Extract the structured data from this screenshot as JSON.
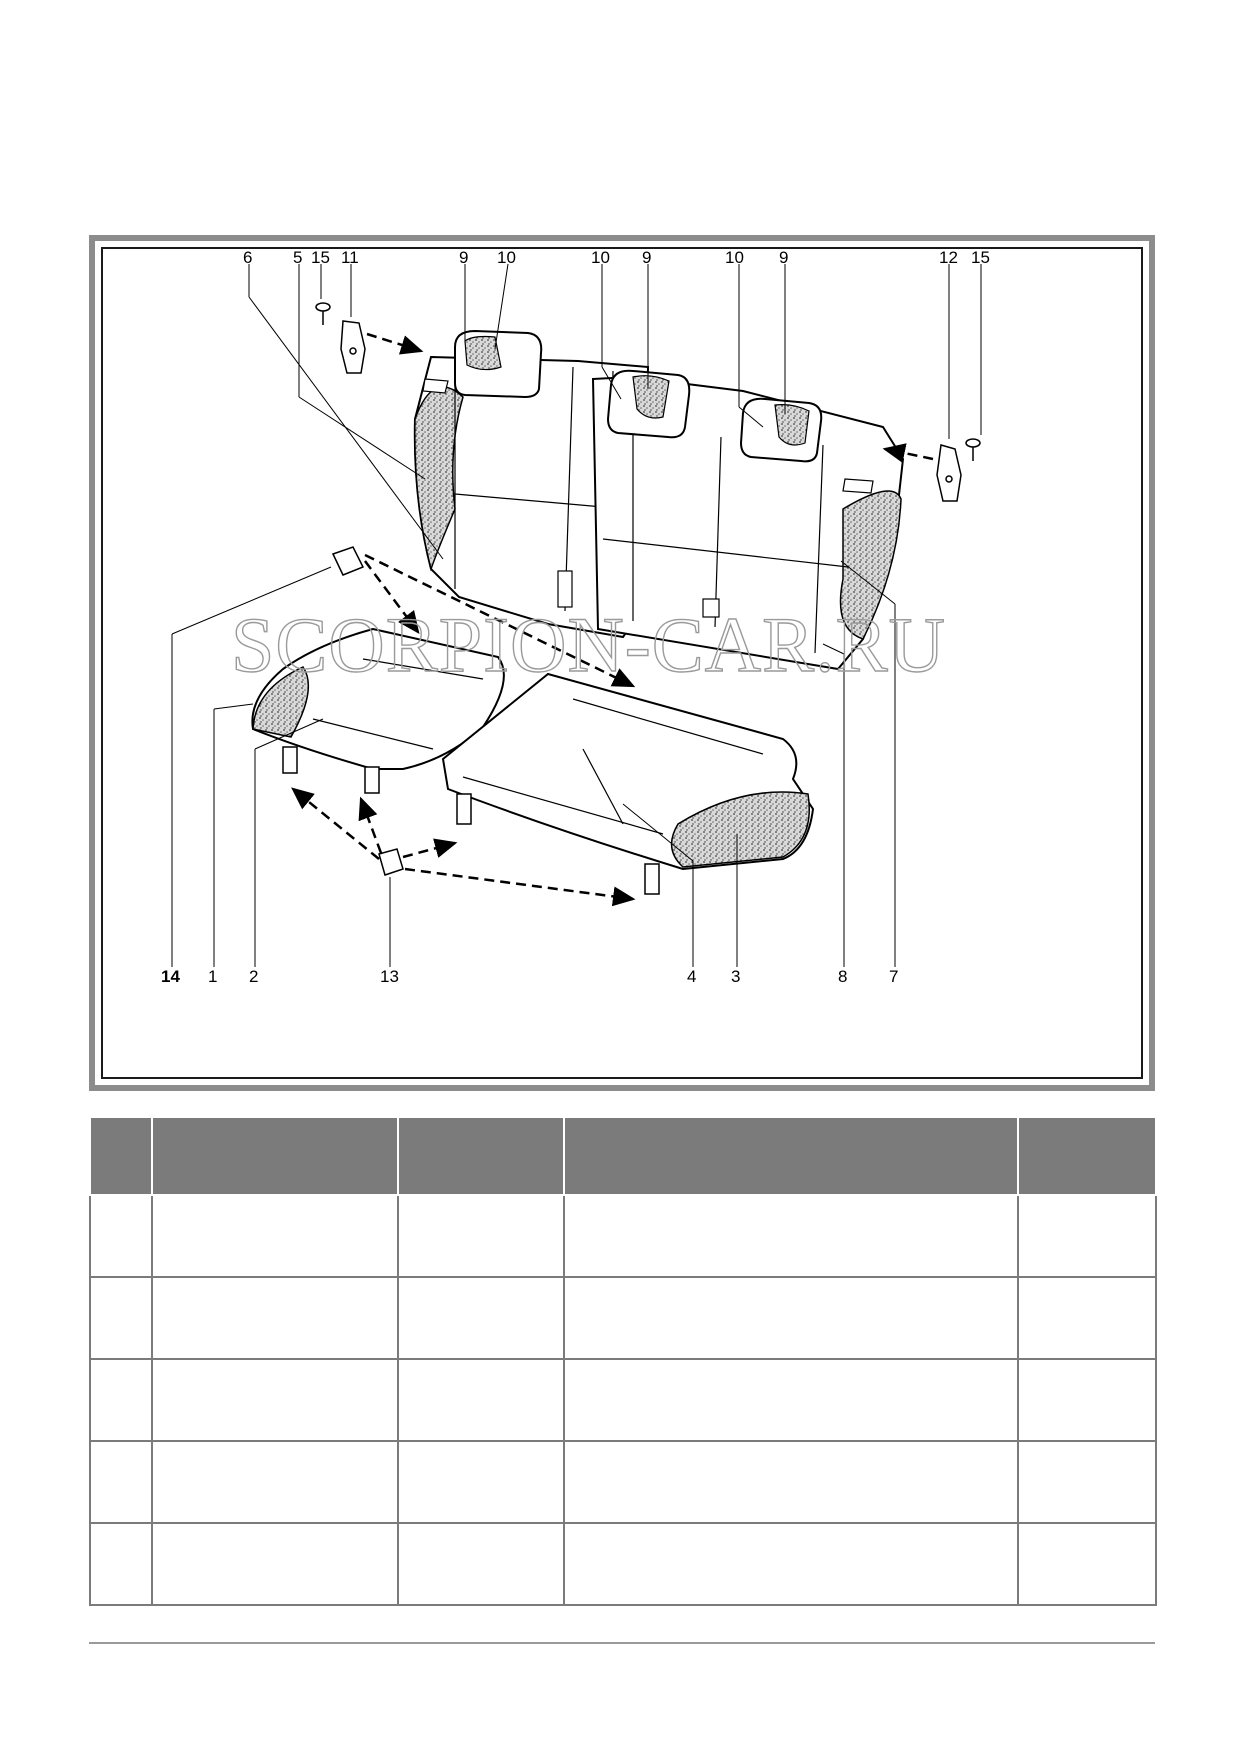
{
  "figure": {
    "callouts": {
      "c1": "1",
      "c2": "2",
      "c3": "3",
      "c4": "4",
      "c5": "5",
      "c6": "6",
      "c7": "7",
      "c8": "8",
      "c9a": "9",
      "c9b": "9",
      "c9c": "9",
      "c10a": "10",
      "c10b": "10",
      "c10c": "10",
      "c11": "11",
      "c12": "12",
      "c13": "13",
      "c14": "14",
      "c15a": "15",
      "c15b": "15"
    },
    "watermark": "SCORPION-CAR.RU"
  },
  "table": {
    "header": [
      "",
      "",
      "",
      "",
      ""
    ],
    "rows": [
      [
        "",
        "",
        "",
        "",
        ""
      ],
      [
        "",
        "",
        "",
        "",
        ""
      ],
      [
        "",
        "",
        "",
        "",
        ""
      ],
      [
        "",
        "",
        "",
        "",
        ""
      ],
      [
        "",
        "",
        "",
        "",
        ""
      ]
    ]
  },
  "colors": {
    "frame": "#8c8c8c",
    "table_header": "#7b7b7b",
    "rule": "#9a9a9a"
  }
}
